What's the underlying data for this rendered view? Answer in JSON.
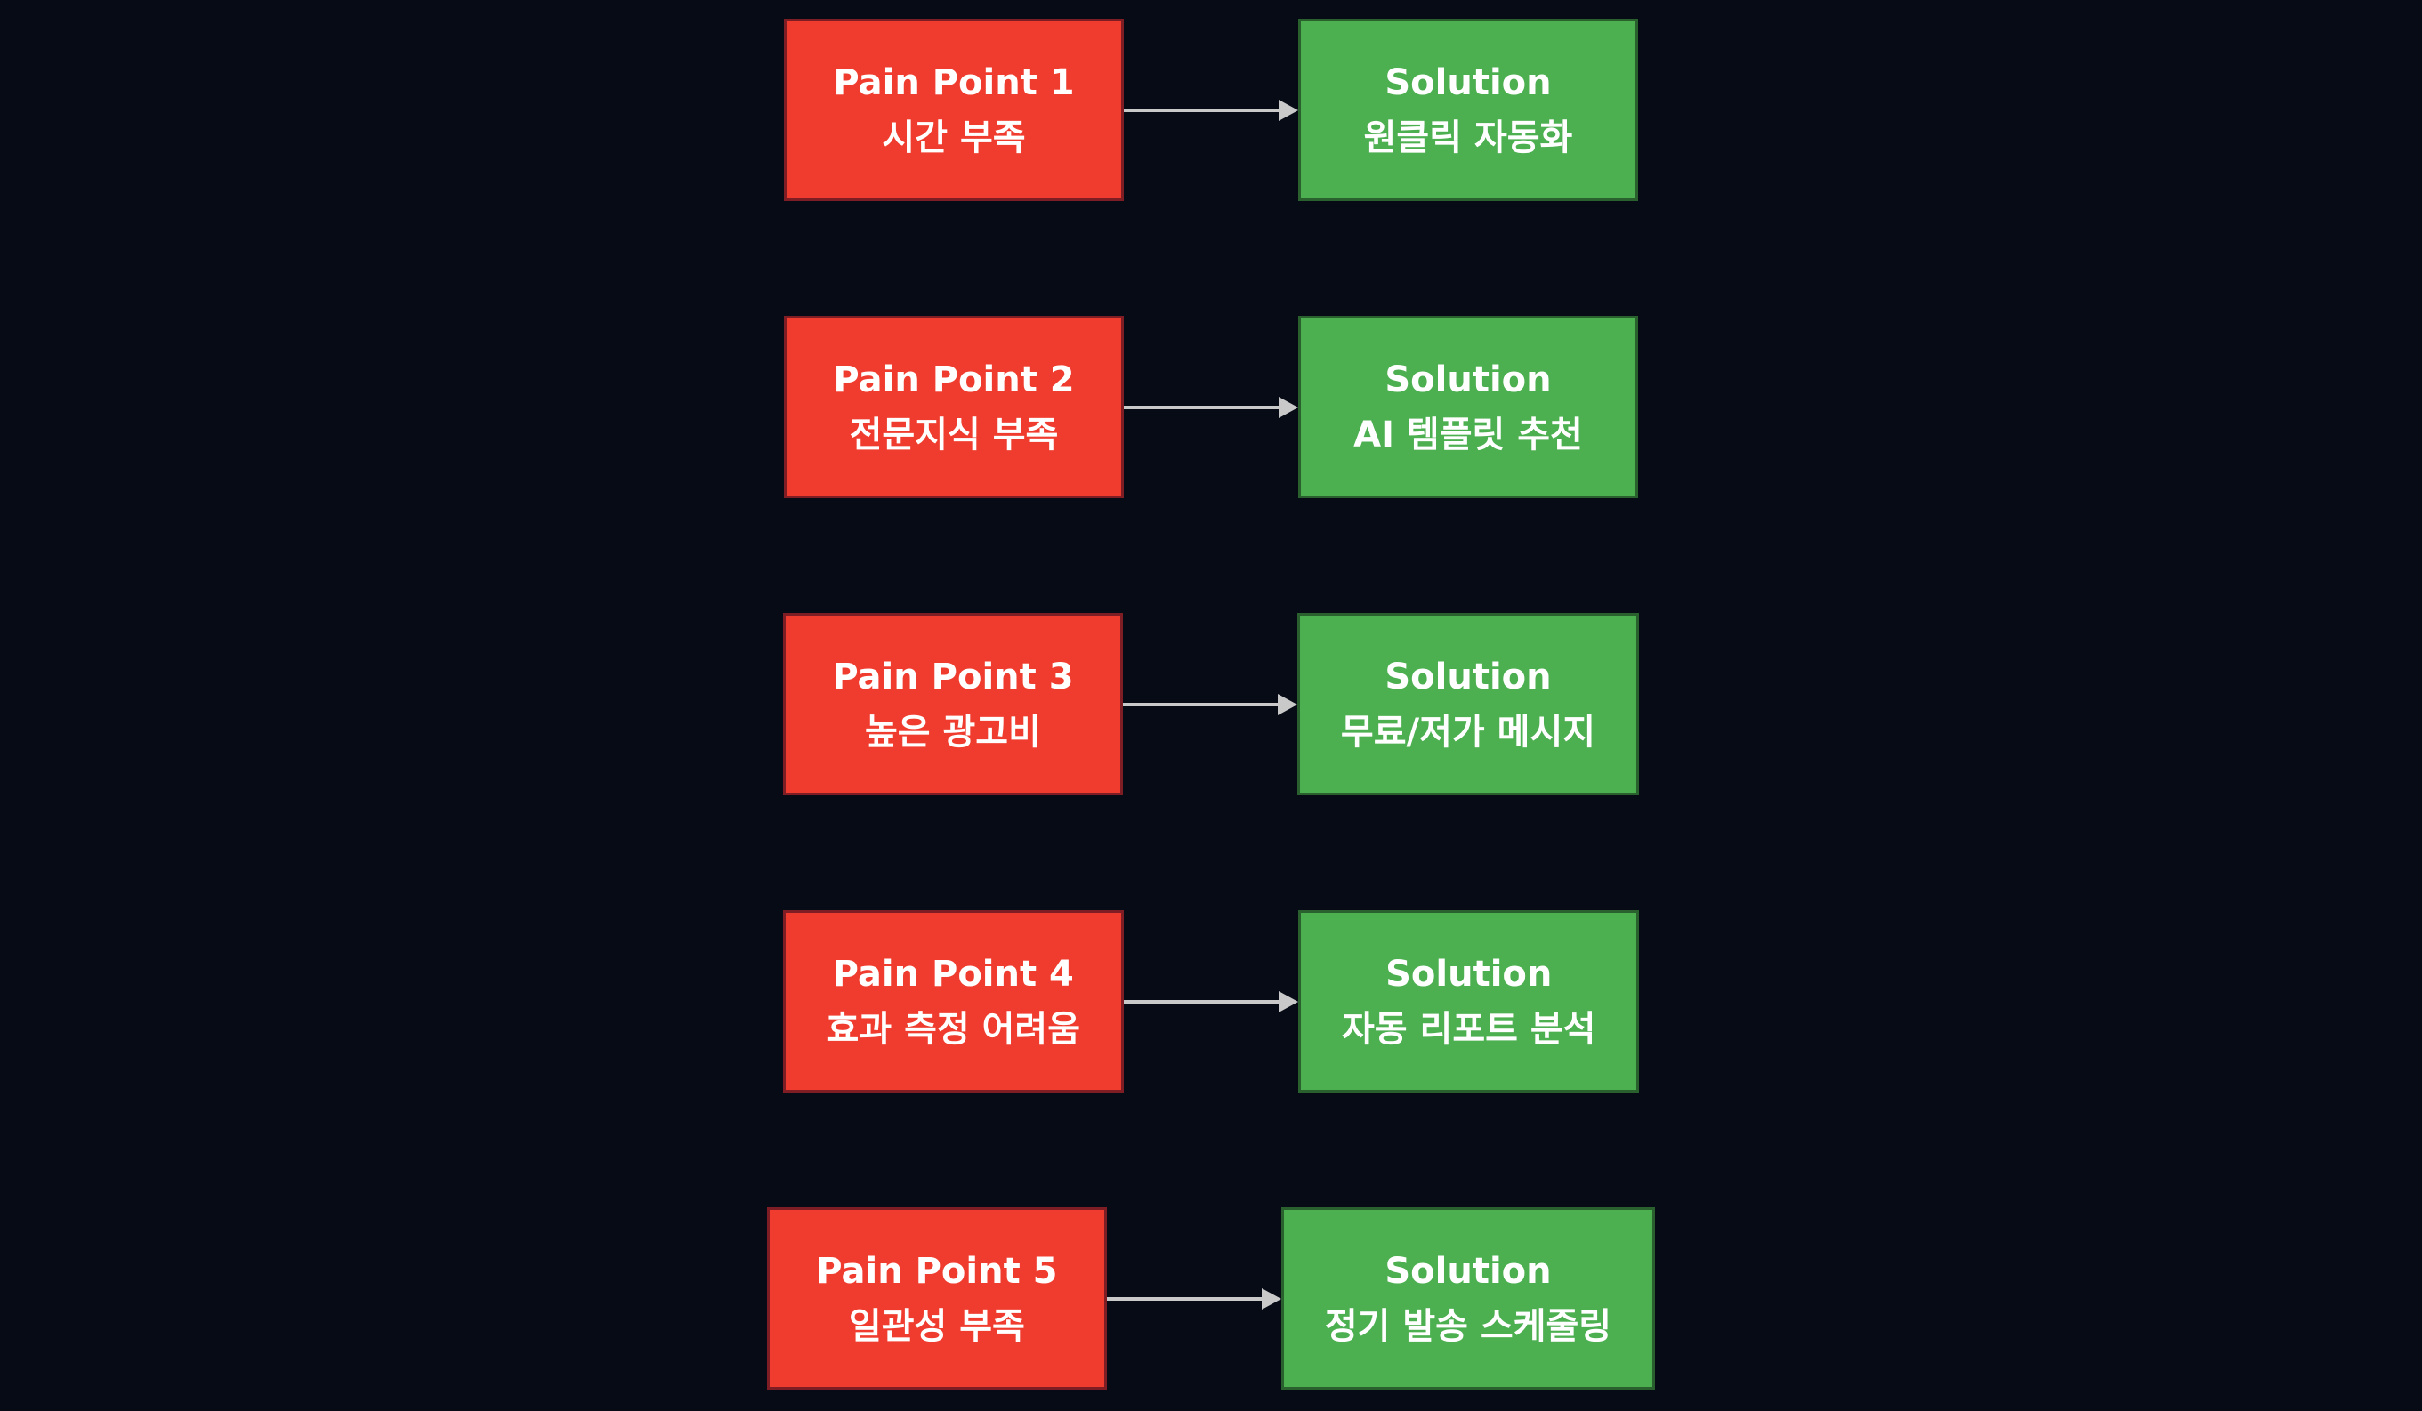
{
  "diagram": {
    "rows": [
      {
        "pain": {
          "title": "Pain Point 1",
          "subtitle": "시간 부족"
        },
        "solution": {
          "title": "Solution",
          "subtitle": "원클릭 자동화"
        }
      },
      {
        "pain": {
          "title": "Pain Point 2",
          "subtitle": "전문지식 부족"
        },
        "solution": {
          "title": "Solution",
          "subtitle": "AI 템플릿 추천"
        }
      },
      {
        "pain": {
          "title": "Pain Point 3",
          "subtitle": "높은 광고비"
        },
        "solution": {
          "title": "Solution",
          "subtitle": "무료/저가 메시지"
        }
      },
      {
        "pain": {
          "title": "Pain Point 4",
          "subtitle": "효과 측정 어려움"
        },
        "solution": {
          "title": "Solution",
          "subtitle": "자동 리포트 분석"
        }
      },
      {
        "pain": {
          "title": "Pain Point 5",
          "subtitle": "일관성 부족"
        },
        "solution": {
          "title": "Solution",
          "subtitle": "정기 발송 스케줄링"
        }
      }
    ],
    "colors": {
      "background": "#060b16",
      "pain_fill": "#f03c2e",
      "pain_border": "#7f1d24",
      "solution_fill": "#4caf50",
      "solution_border": "#2a5f2e",
      "arrow": "#c9c9c9",
      "text": "#ffffff"
    }
  }
}
